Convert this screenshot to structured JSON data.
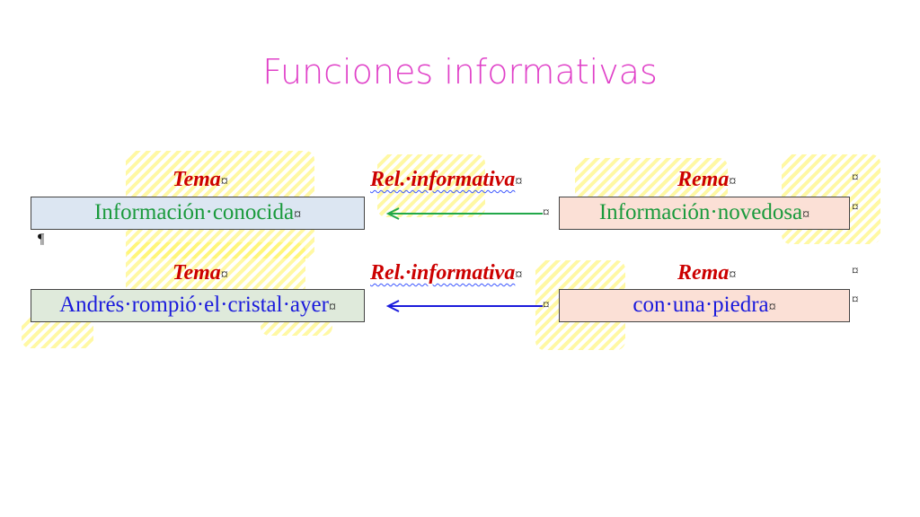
{
  "title": "Funciones informativas",
  "colors": {
    "title": "#e040c8",
    "header": "#cc0000",
    "green_text": "#1a9a3c",
    "blue_text": "#1a1adc",
    "tema_fill_1": "#dce6f2",
    "tema_fill_2": "#dfeadb",
    "rema_fill": "#fbe0d6",
    "arrow_green": "#22a84a",
    "arrow_blue": "#1a1adc"
  },
  "rows": [
    {
      "tema_header": "Tema",
      "rel_header": "Rel.·informativa",
      "rema_header": "Rema",
      "tema_text": "Información·conocida",
      "rema_text": "Información·novedosa"
    },
    {
      "tema_header": "Tema",
      "rel_header": "Rel.·informativa",
      "rema_header": "Rema",
      "tema_text": "Andrés·rompió·el·cristal·ayer",
      "rema_text": "con·una·piedra"
    }
  ],
  "marks": {
    "cell_end": "¤",
    "pilcrow": "¶"
  },
  "icons": [
    "arrow-left-icon"
  ]
}
